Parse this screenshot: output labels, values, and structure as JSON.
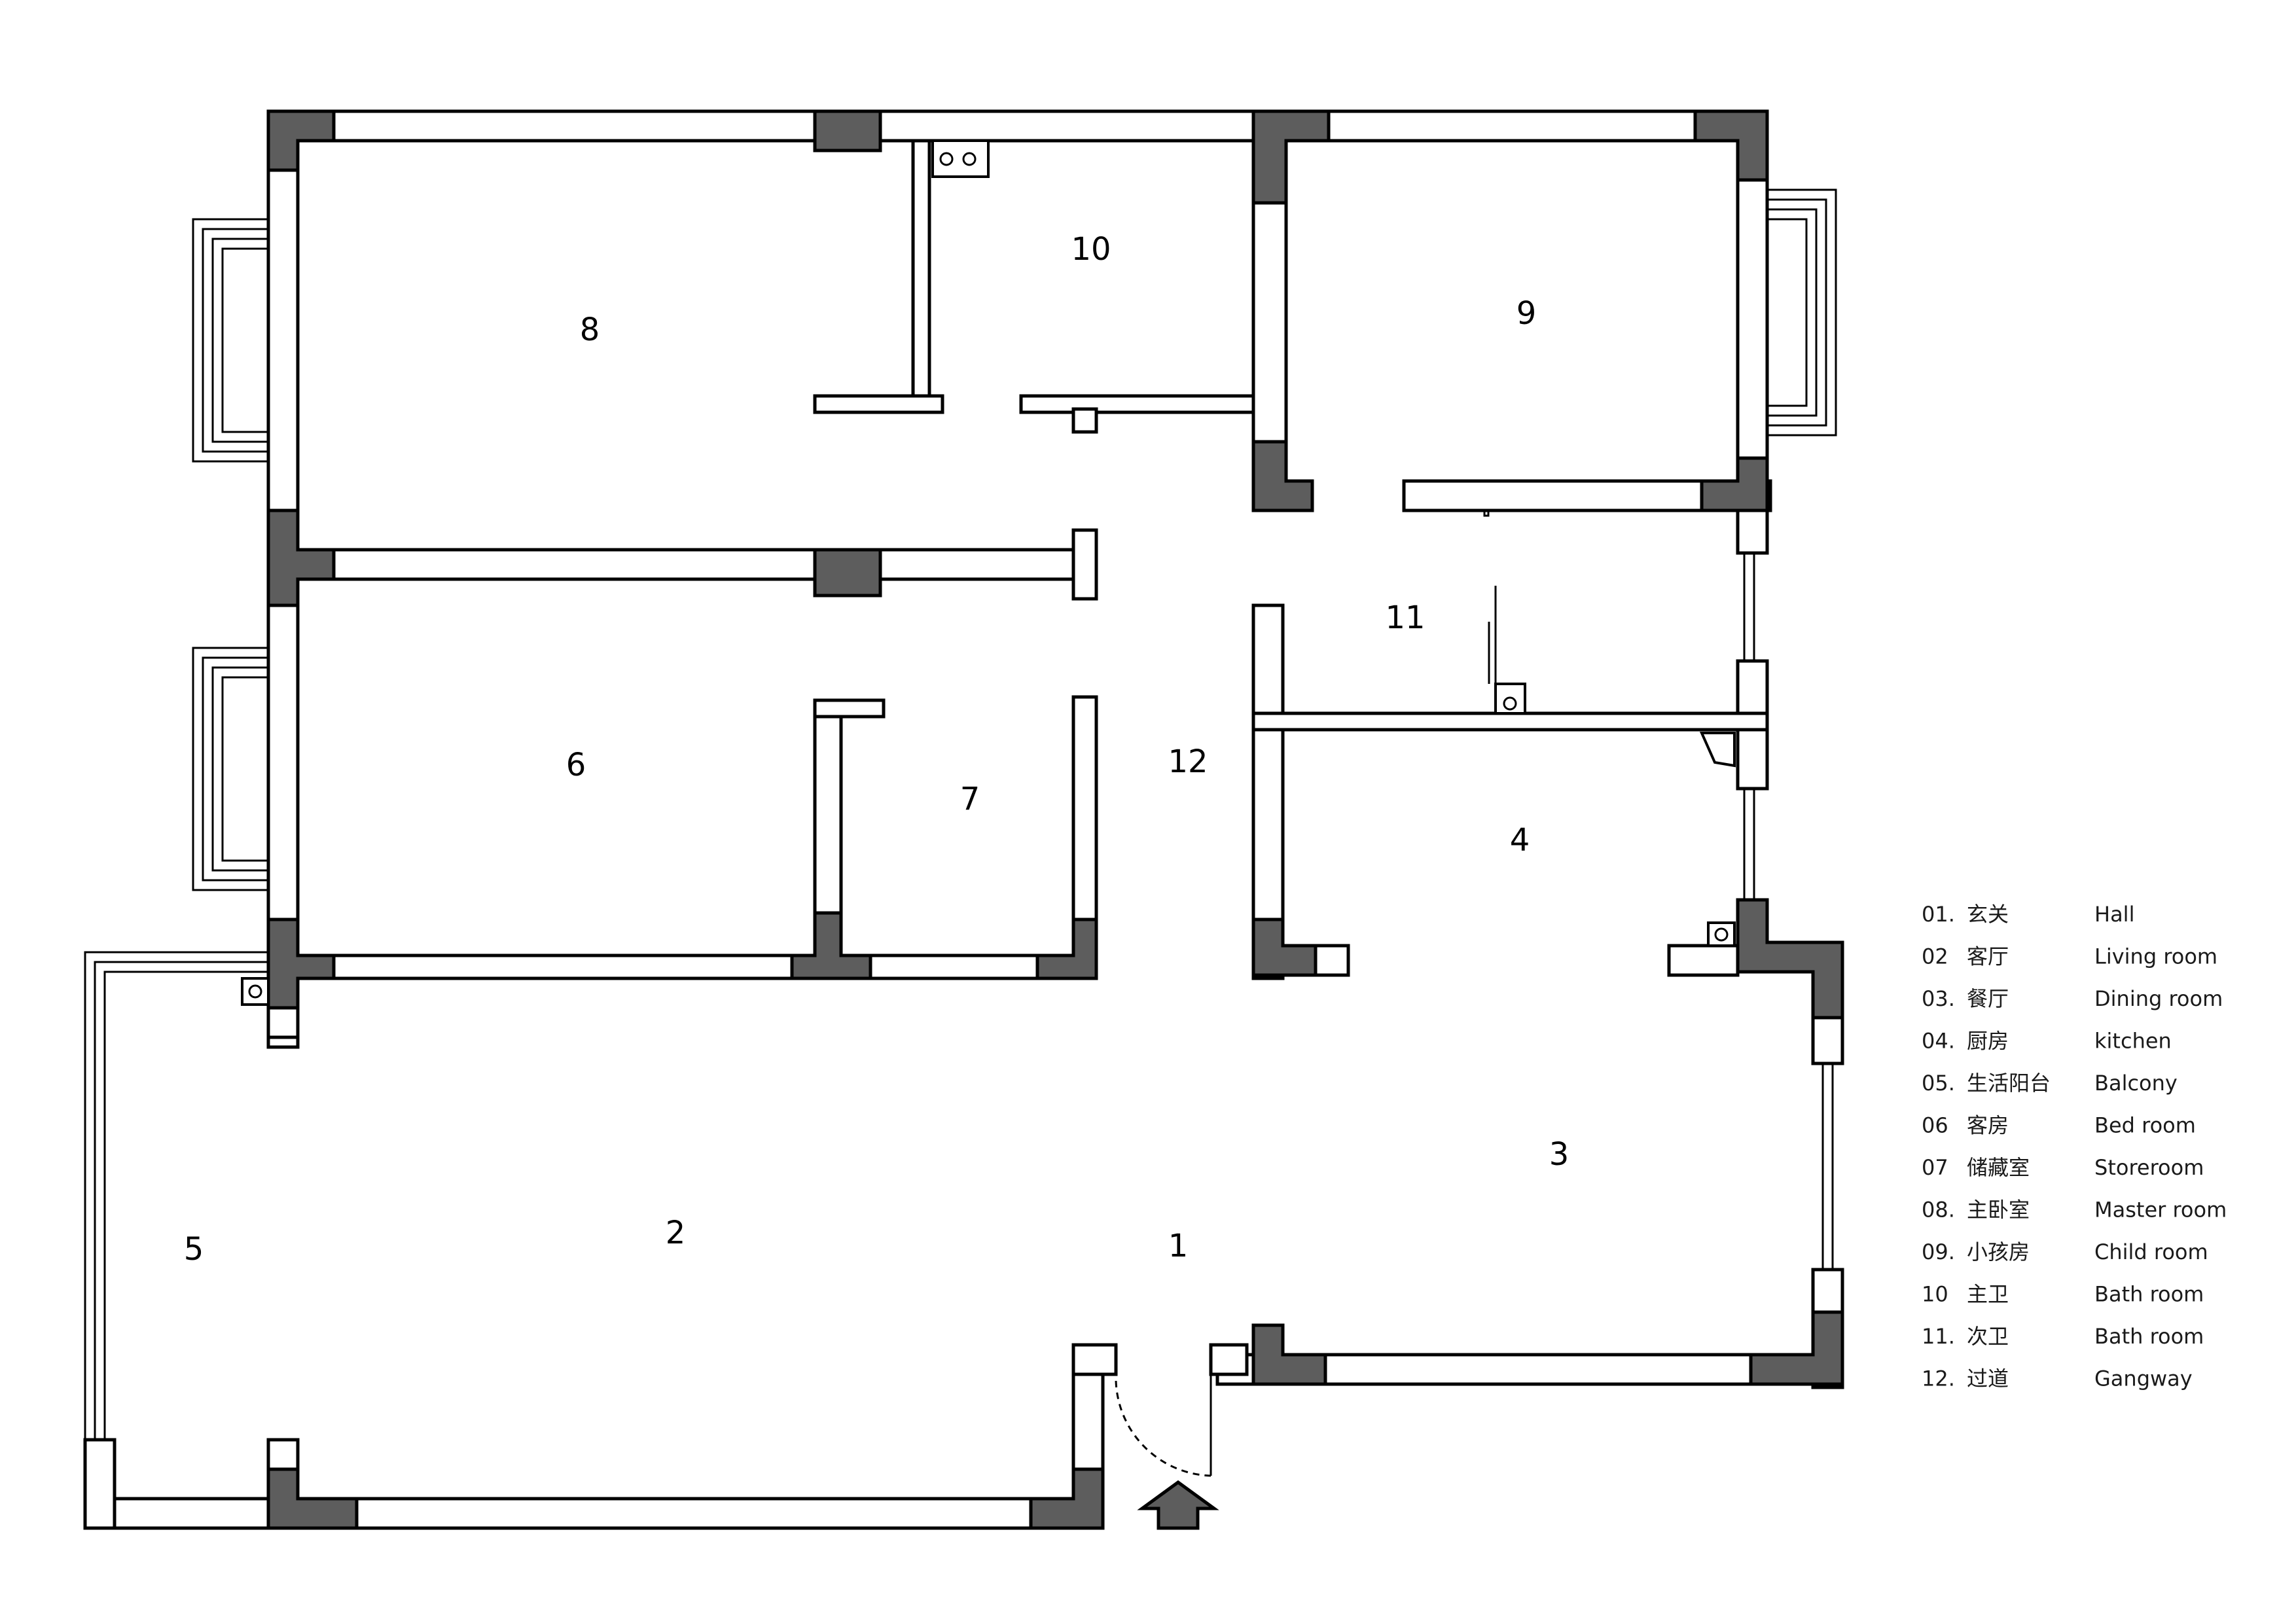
{
  "rooms": [
    {
      "id": "1",
      "label": "1"
    },
    {
      "id": "2",
      "label": "2"
    },
    {
      "id": "3",
      "label": "3"
    },
    {
      "id": "4",
      "label": "4"
    },
    {
      "id": "5",
      "label": "5"
    },
    {
      "id": "6",
      "label": "6"
    },
    {
      "id": "7",
      "label": "7"
    },
    {
      "id": "8",
      "label": "8"
    },
    {
      "id": "9",
      "label": "9"
    },
    {
      "id": "10",
      "label": "10"
    },
    {
      "id": "11",
      "label": "11"
    },
    {
      "id": "12",
      "label": "12"
    }
  ],
  "legend": [
    {
      "num": "01.",
      "cn": "玄关",
      "en": "Hall"
    },
    {
      "num": "02",
      "cn": "客厅",
      "en": "Living room"
    },
    {
      "num": "03.",
      "cn": "餐厅",
      "en": "Dining room"
    },
    {
      "num": "04.",
      "cn": "厨房",
      "en": "kitchen"
    },
    {
      "num": "05.",
      "cn": "生活阳台",
      "en": "Balcony"
    },
    {
      "num": "06",
      "cn": "客房",
      "en": "Bed room"
    },
    {
      "num": "07",
      "cn": "储藏室",
      "en": "Storeroom"
    },
    {
      "num": "08.",
      "cn": "主卧室",
      "en": "Master room"
    },
    {
      "num": "09.",
      "cn": "小孩房",
      "en": "Child room"
    },
    {
      "num": "10",
      "cn": "主卫",
      "en": "Bath room"
    },
    {
      "num": "11.",
      "cn": "次卫",
      "en": "Bath room"
    },
    {
      "num": "12.",
      "cn": "过道",
      "en": "Gangway"
    }
  ],
  "colors": {
    "wall": "#ffffff",
    "column": "#5d5d5d",
    "line": "#000000"
  }
}
